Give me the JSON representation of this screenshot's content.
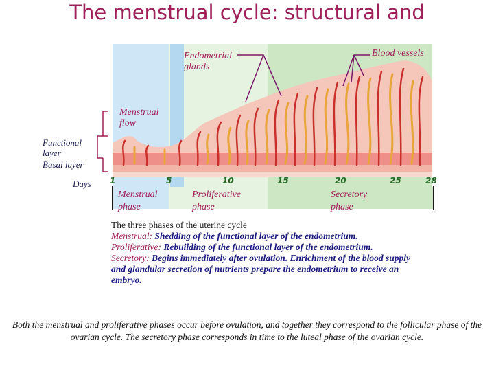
{
  "title": "The menstrual cycle: structural and",
  "labels": {
    "endometrial_glands": [
      "Endometrial",
      "glands"
    ],
    "blood_vessels": "Blood vessels",
    "menstrual_flow": [
      "Menstrual",
      "flow"
    ],
    "functional_layer": [
      "Functional",
      "layer"
    ],
    "basal_layer": "Basal layer",
    "days": "Days"
  },
  "days": [
    "1",
    "5",
    "10",
    "15",
    "20",
    "25",
    "28"
  ],
  "phases": {
    "menstrual": [
      "Menstrual",
      "phase"
    ],
    "proliferative": [
      "Proliferative",
      "phase"
    ],
    "secretory": [
      "Secretory",
      "phase"
    ]
  },
  "colors": {
    "title": "#a0205a",
    "menstrual_zone": "#cfe6f6",
    "proliferative_zone": "#e7f3e1",
    "secretory_zone": "#cde6c4",
    "endometrium": "#f4c7ba",
    "basal": "#ee8f8a",
    "vessel": "#c9302b",
    "gland": "#e9a43a"
  },
  "description": {
    "heading": "The three phases of the uterine cycle",
    "menstrual_term": "Menstrual:",
    "menstrual_def": "Shedding of the functional layer of the endometrium.",
    "proliferative_term": "Proliferative:",
    "proliferative_def": "Rebuilding of the functional layer of the endometrium.",
    "secretory_term": "Secretory:",
    "secretory_def1": "Begins immediately after ovulation.",
    "secretory_def2": "Enrichment of the blood supply and glandular secretion of nutrients prepare the endometrium to receive an embryo."
  },
  "bottom_text": "Both the menstrual and proliferative phases occur before ovulation, and together they correspond to the follicular phase of the ovarian cycle. The secretory phase corresponds in time to the luteal phase of the ovarian cycle."
}
